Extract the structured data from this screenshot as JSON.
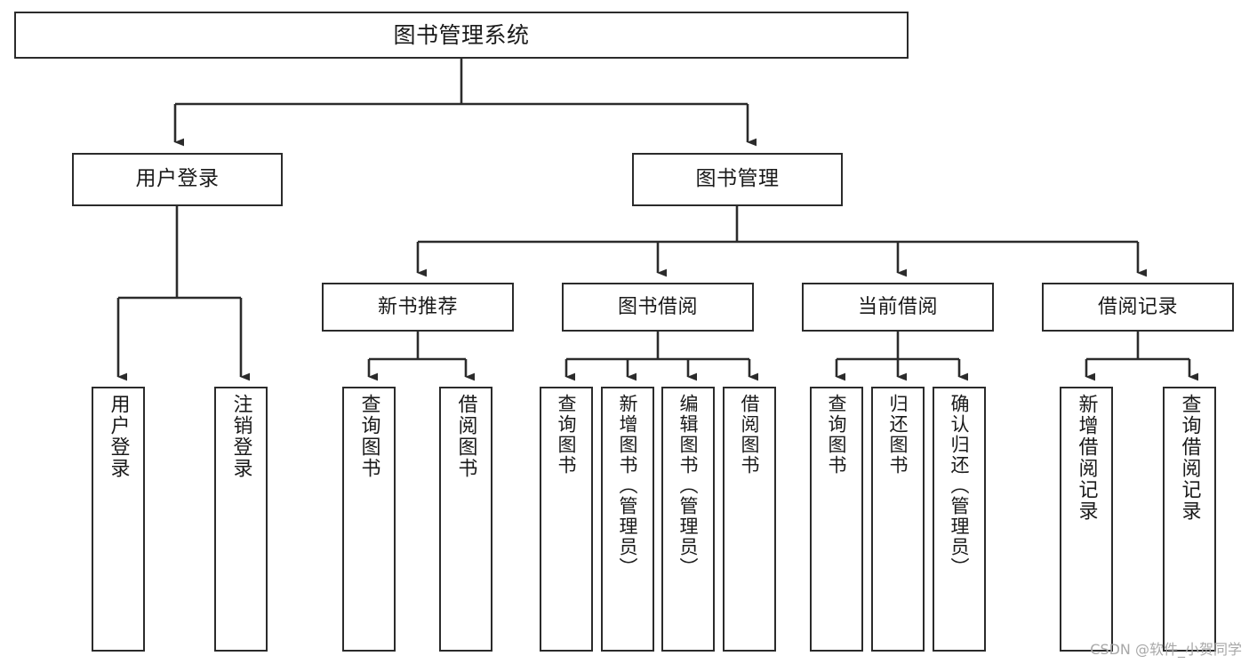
{
  "diagram": {
    "title": "图书管理系统",
    "root": {
      "id": "root",
      "label": "图书管理系统"
    },
    "level2": [
      {
        "id": "user-login",
        "label": "用户登录"
      },
      {
        "id": "book-management",
        "label": "图书管理"
      }
    ],
    "level3": [
      {
        "id": "new-book-recommend",
        "label": "新书推荐"
      },
      {
        "id": "book-borrow",
        "label": "图书借阅"
      },
      {
        "id": "current-borrow",
        "label": "当前借阅"
      },
      {
        "id": "borrow-record",
        "label": "借阅记录"
      }
    ],
    "leaves": {
      "user_login": [
        {
          "id": "leaf-user-login",
          "label": "用户登录"
        },
        {
          "id": "leaf-logout-login",
          "label": "注销登录"
        }
      ],
      "new_book_recommend": [
        {
          "id": "leaf-query-book-1",
          "label": "查询图书"
        },
        {
          "id": "leaf-borrow-book-1",
          "label": "借阅图书"
        }
      ],
      "book_borrow": [
        {
          "id": "leaf-query-book-2",
          "label": "查询图书"
        },
        {
          "id": "leaf-add-book",
          "label": "新增图书（管理员）"
        },
        {
          "id": "leaf-edit-book",
          "label": "编辑图书（管理员）"
        },
        {
          "id": "leaf-borrow-book-2",
          "label": "借阅图书"
        }
      ],
      "current_borrow": [
        {
          "id": "leaf-query-book-3",
          "label": "查询图书"
        },
        {
          "id": "leaf-return-book",
          "label": "归还图书"
        },
        {
          "id": "leaf-confirm-return",
          "label": "确认归还（管理员）"
        }
      ],
      "borrow_record": [
        {
          "id": "leaf-add-record",
          "label": "新增借阅记录"
        },
        {
          "id": "leaf-query-record",
          "label": "查询借阅记录"
        }
      ]
    }
  },
  "watermark": {
    "text": "CSDN @软件_小贺同学"
  },
  "colors": {
    "border": "#2b2b2b",
    "background": "#ffffff",
    "text": "#1a1a1a",
    "watermark": "#a8a8a8"
  }
}
